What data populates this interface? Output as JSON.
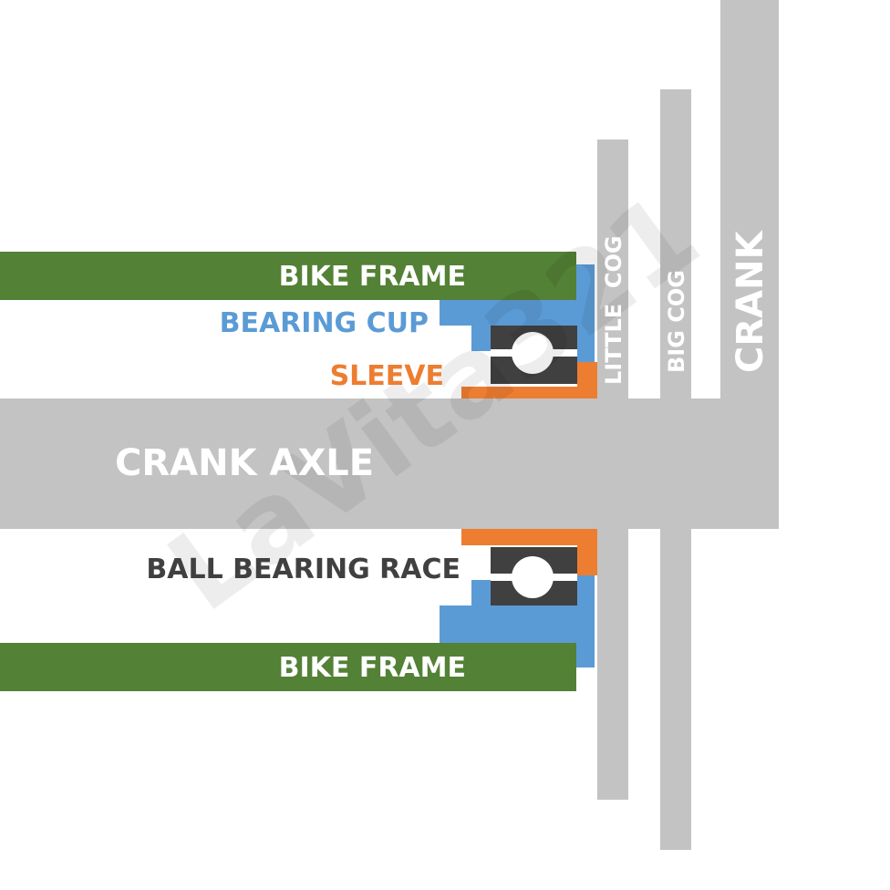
{
  "labels": {
    "bike_frame_top": "BIKE FRAME",
    "bearing_cup": "BEARING CUP",
    "sleeve": "SLEEVE",
    "crank_axle": "CRANK AXLE",
    "ball_bearing_race": "BALL BEARING RACE",
    "bike_frame_bottom": "BIKE FRAME",
    "little_cog": "LITTLE  COG",
    "big_cog": "BIG COG",
    "crank": "CRANK"
  },
  "watermark": "LaVita321",
  "colors": {
    "frame": "#538135",
    "cup": "#5b9bd5",
    "sleeve": "#ed7d31",
    "race": "#404040",
    "steel": "#c3c3c3",
    "text_white": "#ffffff",
    "text_dark": "#404040",
    "background": "#ffffff"
  }
}
